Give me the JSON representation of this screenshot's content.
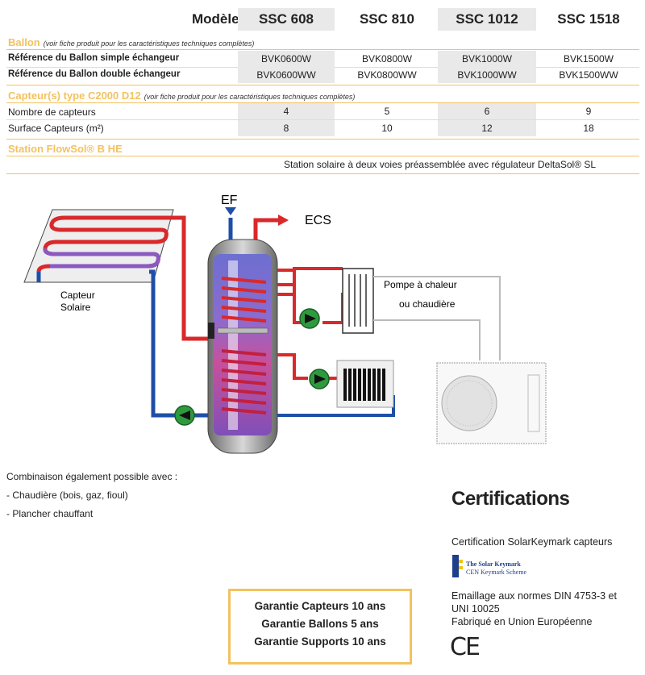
{
  "table": {
    "model_label": "Modèle",
    "models": [
      "SSC 608",
      "SSC 810",
      "SSC 1012",
      "SSC 1518"
    ],
    "ballon": {
      "title": "Ballon",
      "note": "(voir fiche produit pour les caractéristiques techniques complètes)",
      "rows": [
        {
          "label": "Référence du Ballon simple échangeur",
          "values": [
            "BVK0600W",
            "BVK0800W",
            "BVK1000W",
            "BVK1500W"
          ]
        },
        {
          "label": "Référence du Ballon double échangeur",
          "values": [
            "BVK0600WW",
            "BVK0800WW",
            "BVK1000WW",
            "BVK1500WW"
          ]
        }
      ]
    },
    "capteurs": {
      "title": "Capteur(s) type C2000 D12",
      "note": "(voir fiche produit pour les caractéristiques techniques complètes)",
      "rows": [
        {
          "label": "Nombre de capteurs",
          "values": [
            "4",
            "5",
            "6",
            "9"
          ]
        },
        {
          "label": "Surface Capteurs (m²)",
          "values": [
            "8",
            "10",
            "12",
            "18"
          ]
        }
      ]
    },
    "station": {
      "title": "Station FlowSol® B HE",
      "description": "Station solaire à deux voies préassemblée avec régulateur DeltaSol® SL"
    }
  },
  "diagram": {
    "ef_label": "EF",
    "ecs_label": "ECS",
    "collector_label_1": "Capteur",
    "collector_label_2": "Solaire",
    "heatpump_label_1": "Pompe à chaleur",
    "heatpump_label_2": "ou chaudière"
  },
  "combinations": {
    "intro": "Combinaison également possible avec :",
    "items": [
      "- Chaudière (bois, gaz, fioul)",
      "- Plancher chauffant"
    ]
  },
  "certifications": {
    "title": "Certifications",
    "solarkeymark": "Certification SolarKeymark capteurs",
    "logo_line1": "The Solar Keymark",
    "logo_line2": "CEN Keymark Scheme",
    "enamel_1": "Emaillage aux normes DIN 4753-3 et",
    "enamel_2": "UNI 10025",
    "made_in": "Fabriqué en Union Européenne",
    "ce_mark": "CE"
  },
  "warranty": {
    "lines": [
      "Garantie Capteurs 10 ans",
      "Garantie Ballons 5 ans",
      "Garantie Supports 10 ans"
    ]
  },
  "colors": {
    "gold": "#f3c260",
    "hot": "#d9292b",
    "cold": "#1e4fa8",
    "pump": "#2e9a3e"
  }
}
